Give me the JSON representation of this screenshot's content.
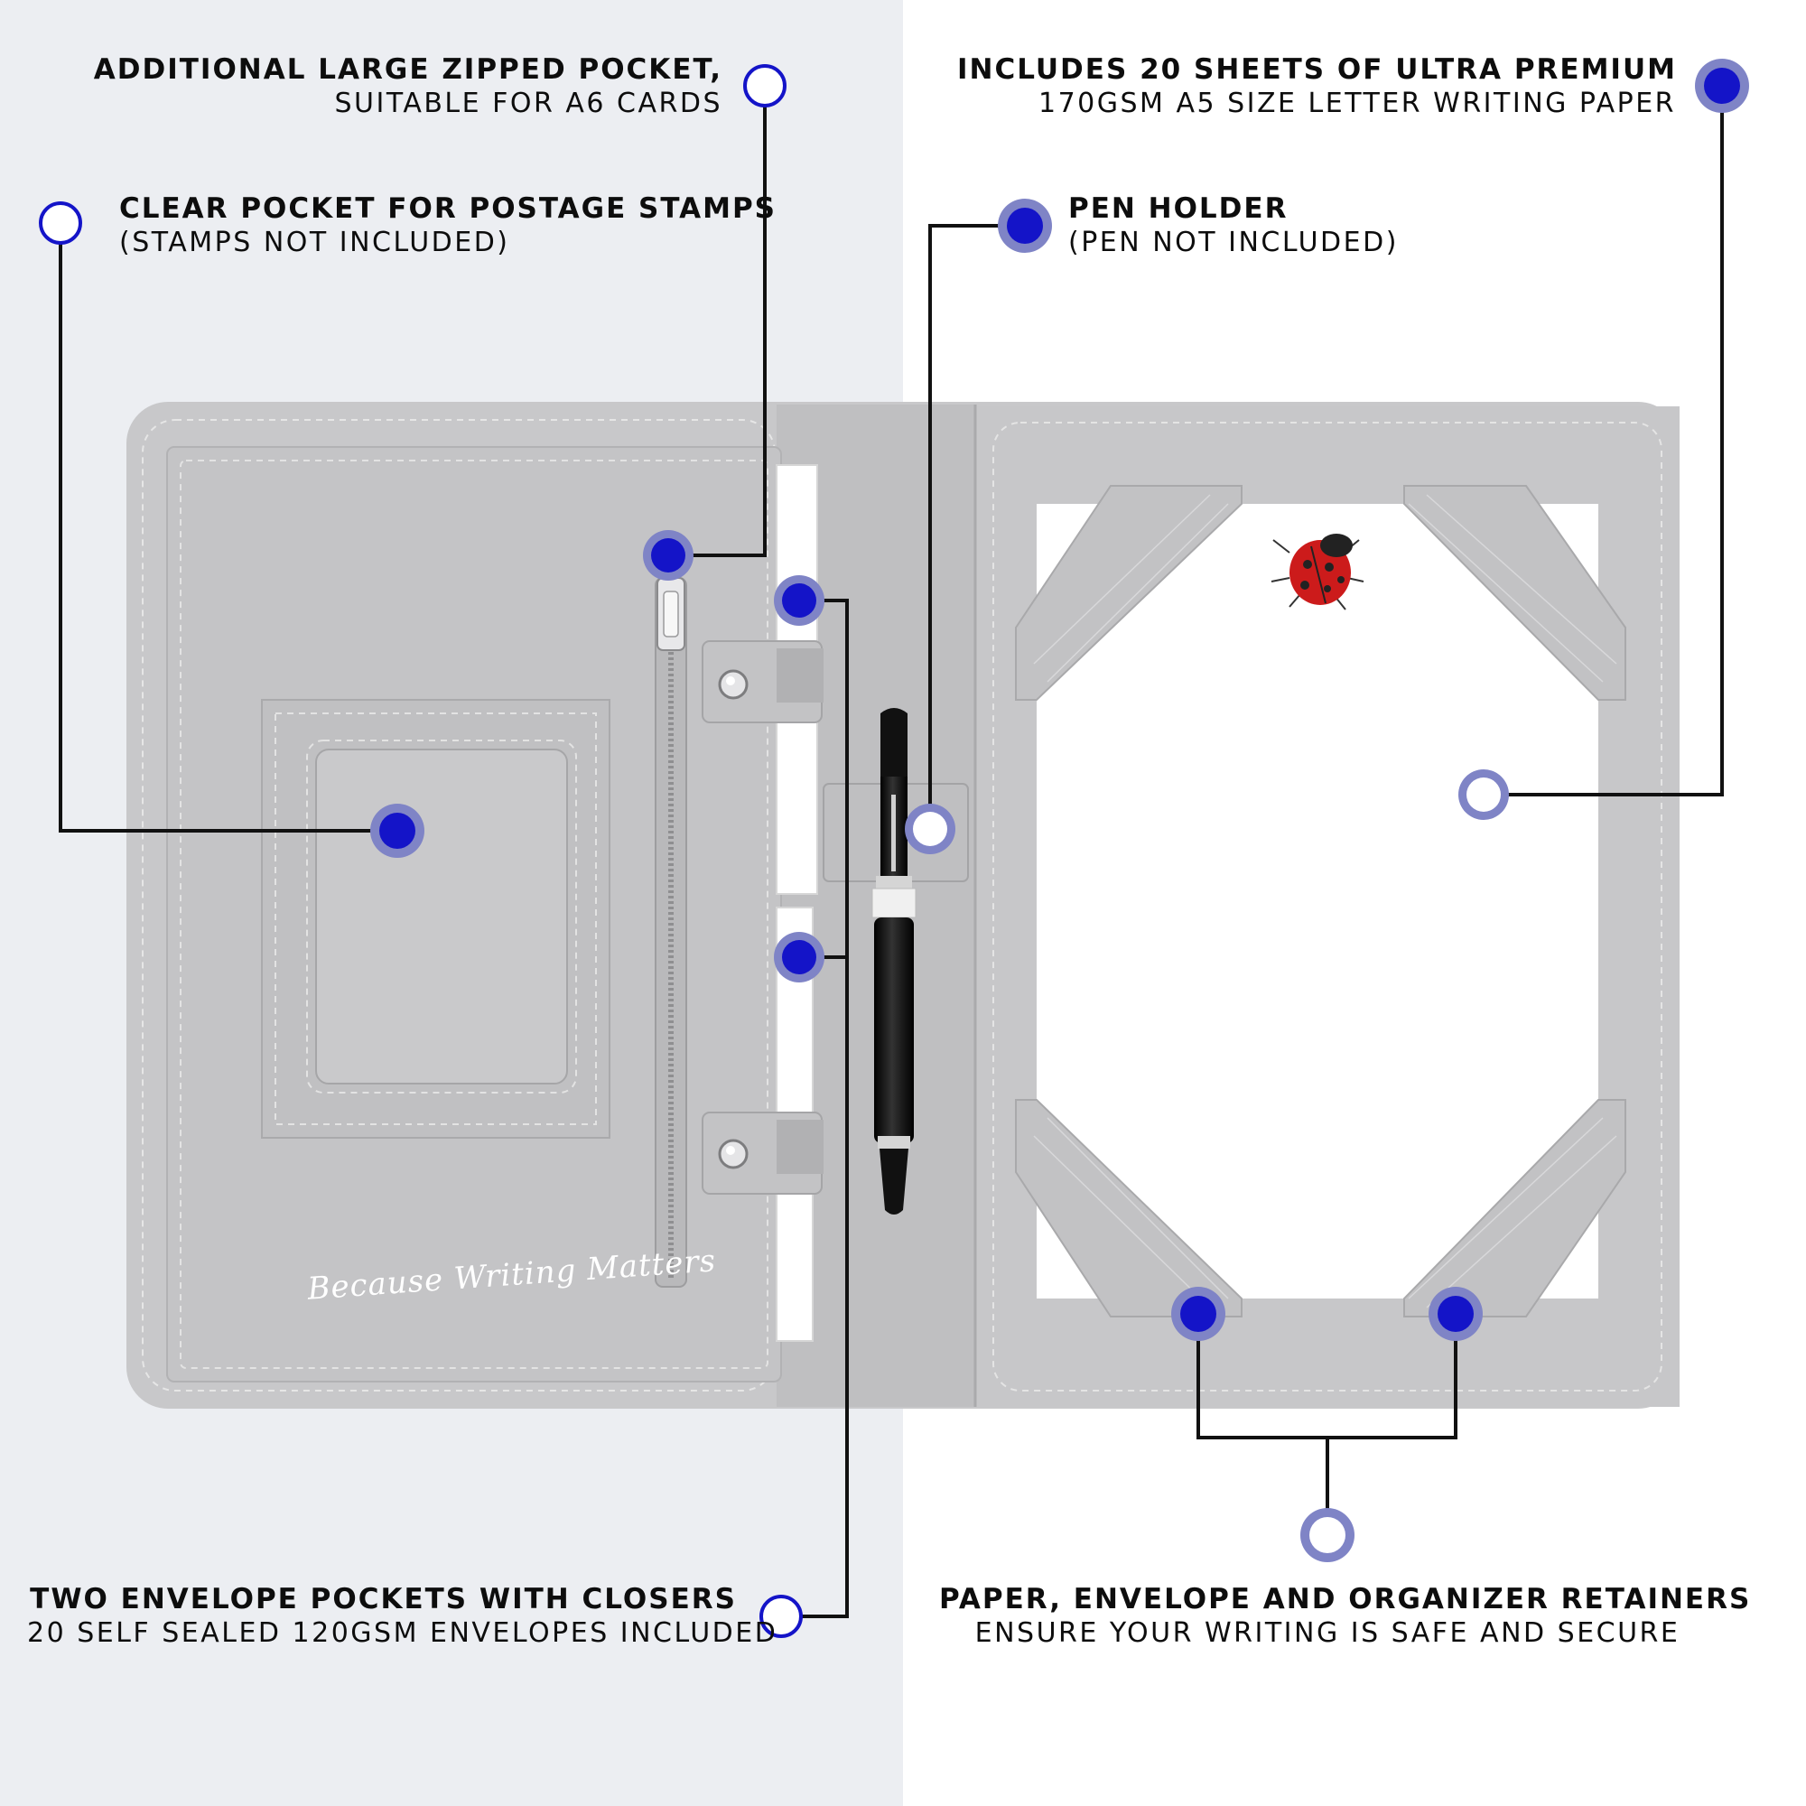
{
  "colors": {
    "accent": "#1414c8",
    "ring": "#7f84c6",
    "leather": "#c9c9cb",
    "line": "#111111"
  },
  "labels": {
    "zipped_pocket": {
      "title": "Additional large zipped pocket,",
      "sub": "suitable for A6 cards"
    },
    "stamps_pocket": {
      "title": "Clear pocket for postage stamps",
      "sub": "(stamps not included)"
    },
    "writing_paper": {
      "title": "Includes 20 sheets of ultra premium",
      "sub": "170gsm A5 size letter writing paper"
    },
    "pen_holder": {
      "title": "Pen holder",
      "sub": "(pen not included)"
    },
    "envelope_pockets": {
      "title": "Two envelope pockets with closers",
      "sub": "20 self sealed 120gsm envelopes included"
    },
    "retainers": {
      "title": "Paper, envelope and organizer retainers",
      "sub": "ensure your writing is safe and secure"
    }
  },
  "product": {
    "signature_text": "Because Writing Matters",
    "icons": [
      "ladybug-icon",
      "pen-icon",
      "zipper-icon",
      "snap-button-icon"
    ]
  }
}
